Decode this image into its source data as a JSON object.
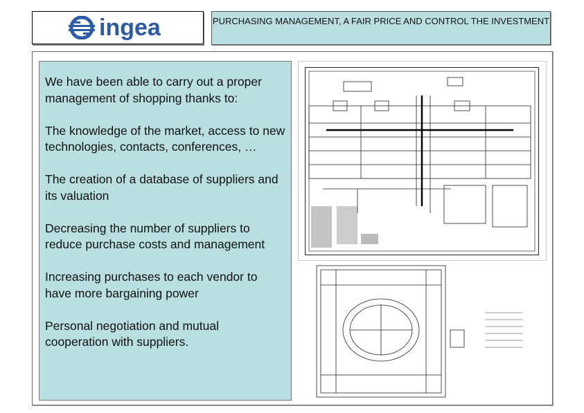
{
  "logo": {
    "text": "ingea"
  },
  "header": {
    "title": "PURCHASING MANAGEMENT, A FAIR PRICE AND CONTROL THE INVESTMENT"
  },
  "content": {
    "paragraphs": [
      "We have been able to carry out a proper management of shopping thanks to:",
      "The knowledge of the market, access to new technologies, contacts, conferences, …",
      "The creation of a database of suppliers and its valuation",
      "Decreasing the number of suppliers to reduce purchase costs and management",
      "Increasing purchases to each vendor to have more bargaining power",
      "Personal negotiation and mutual cooperation with suppliers."
    ]
  },
  "colors": {
    "accent": "#b9dfe0",
    "brand": "#2a5aa8"
  }
}
